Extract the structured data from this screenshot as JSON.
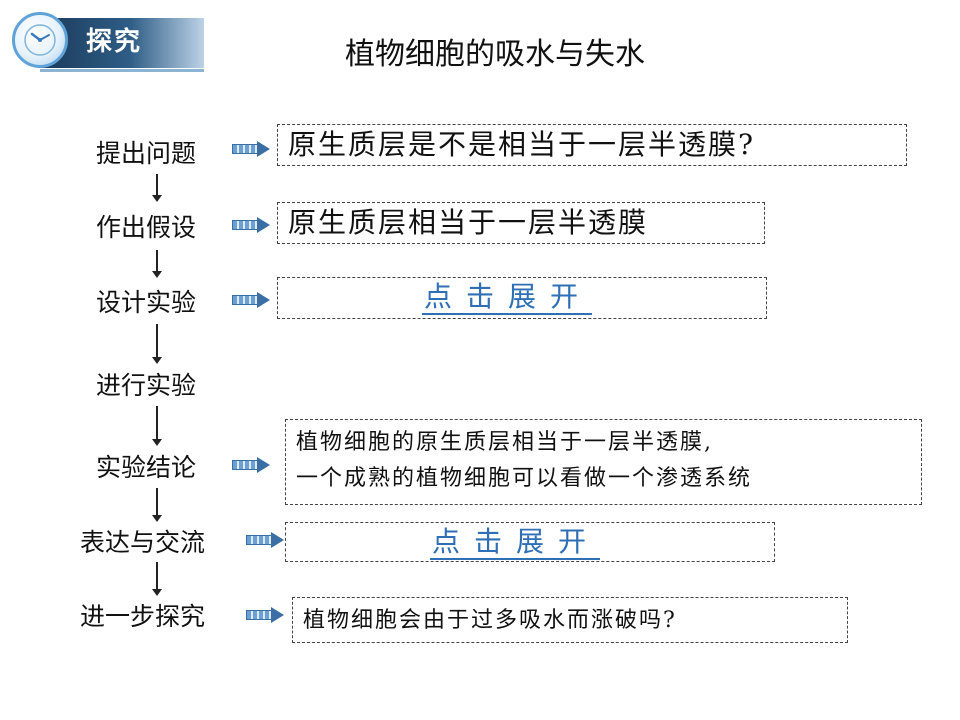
{
  "header": {
    "badge_label": "探究",
    "title": "植物细胞的吸水与失水"
  },
  "steps": [
    {
      "label": "提出问题",
      "box_text": "原生质层是不是相当于一层半透膜?"
    },
    {
      "label": "作出假设",
      "box_text": "原生质层相当于一层半透膜"
    },
    {
      "label": "设计实验",
      "link_text": "点击展开"
    },
    {
      "label": "进行实验"
    },
    {
      "label": "实验结论",
      "box_line1": "植物细胞的原生质层相当于一层半透膜,",
      "box_line2": "一个成熟的植物细胞可以看做一个渗透系统"
    },
    {
      "label": "表达与交流",
      "link_text": "点击展开"
    },
    {
      "label": "进一步探究",
      "box_text": "植物细胞会由于过多吸水而涨破吗?"
    }
  ]
}
